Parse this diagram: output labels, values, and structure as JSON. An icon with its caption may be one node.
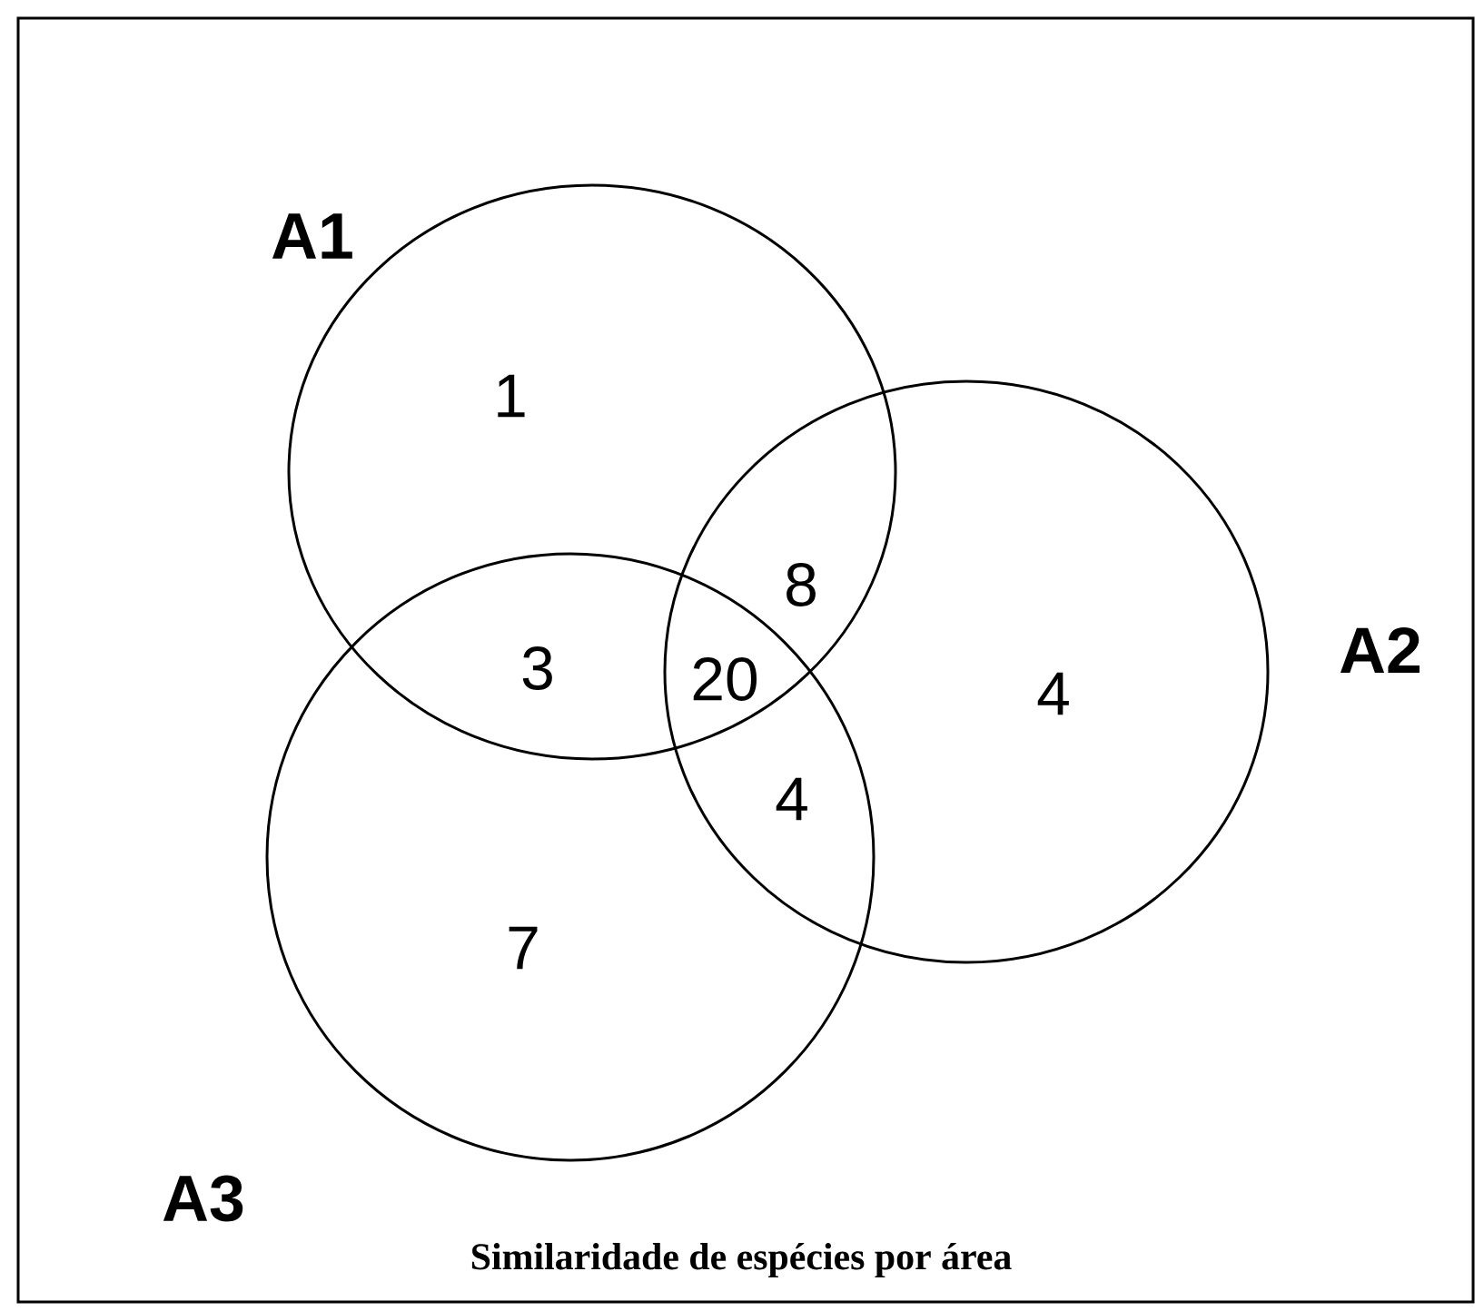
{
  "diagram": {
    "caption": "Similaridade de espécies por área",
    "nodes": [
      {
        "text": [
          "A1"
        ]
      },
      {
        "text": [
          "A2"
        ]
      },
      {
        "text": [
          "A3"
        ]
      }
    ],
    "labels": [
      "1",
      "8",
      "3",
      "20",
      "4",
      "4",
      "7"
    ]
  }
}
